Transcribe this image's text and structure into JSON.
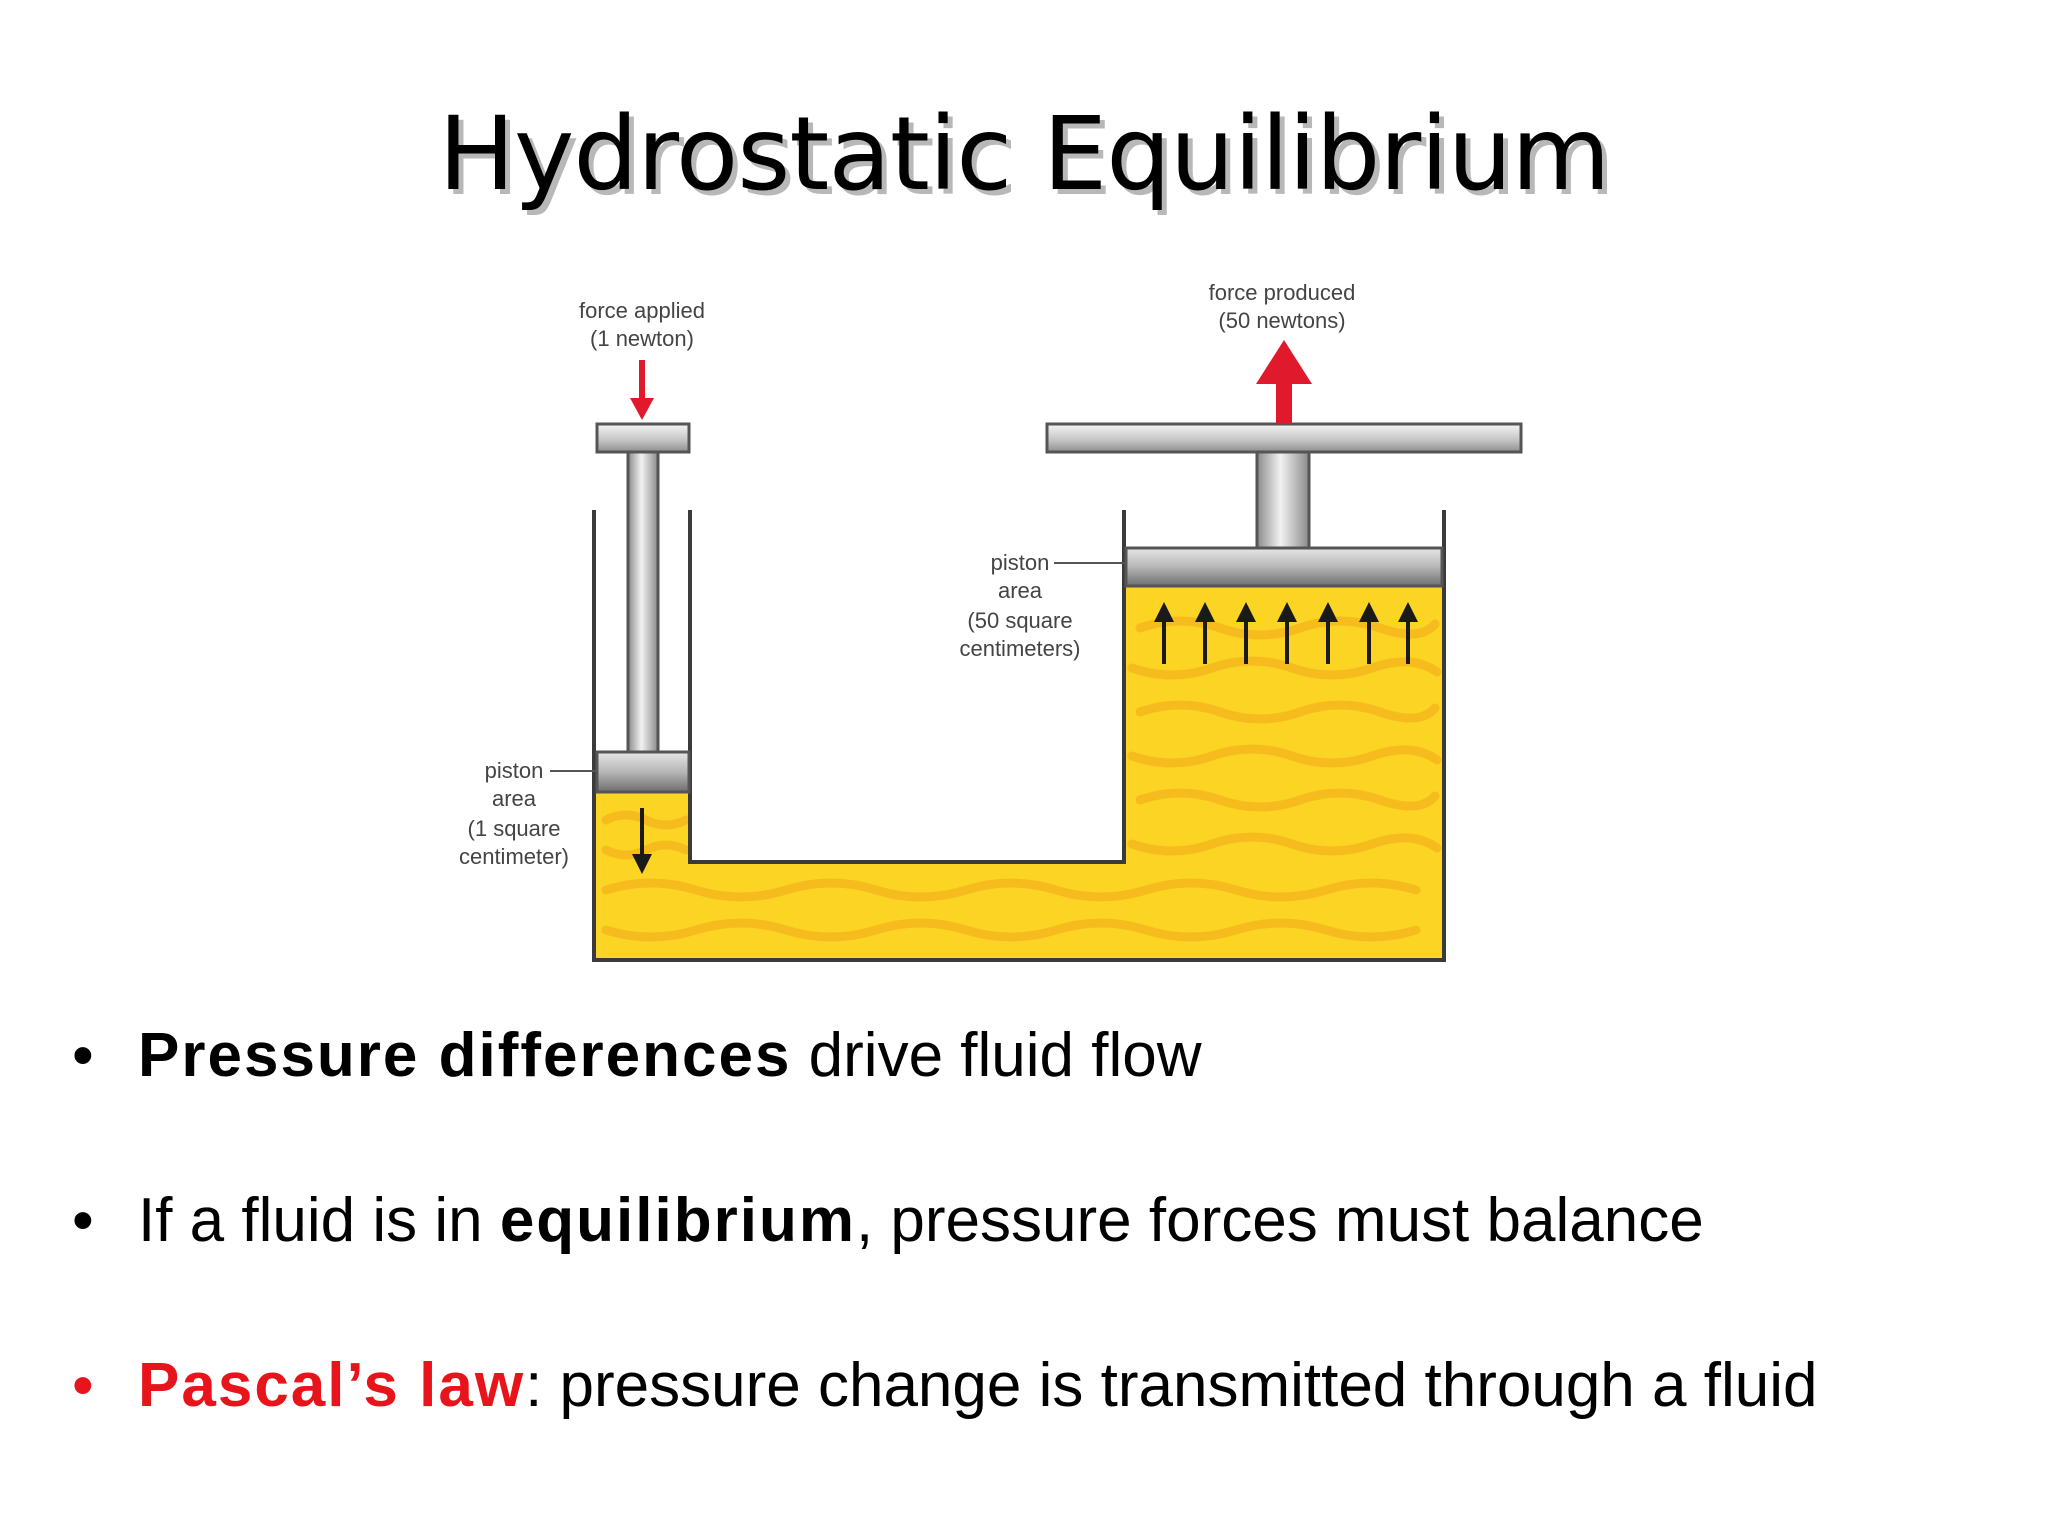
{
  "title": "Hydrostatic Equilibrium",
  "diagram": {
    "force_applied_line1": "force applied",
    "force_applied_line2": "(1 newton)",
    "force_produced_line1": "force produced",
    "force_produced_line2": "(50 newtons)",
    "small_piston_lines": [
      "piston",
      "area",
      "(1 square",
      "centimeter)"
    ],
    "large_piston_lines": [
      "piston",
      "area",
      "(50 square",
      "centimeters)"
    ],
    "colors": {
      "fluid": "#fcd424",
      "fluid_wave": "#f5b81e",
      "arrow_red": "#e0192d",
      "piston_gray": "#c8c8c8"
    }
  },
  "bullets": [
    {
      "bullet": "•",
      "bold": "Pressure differences",
      "rest": " drive fluid flow"
    },
    {
      "bullet": "•",
      "pre": "If a fluid is in ",
      "bold": "equilibrium",
      "rest": ", pressure forces must balance"
    },
    {
      "bullet": "•",
      "bold": "Pascal’s law",
      "rest": ": pressure change is transmitted through a fluid",
      "accent": "#e8141c"
    }
  ]
}
